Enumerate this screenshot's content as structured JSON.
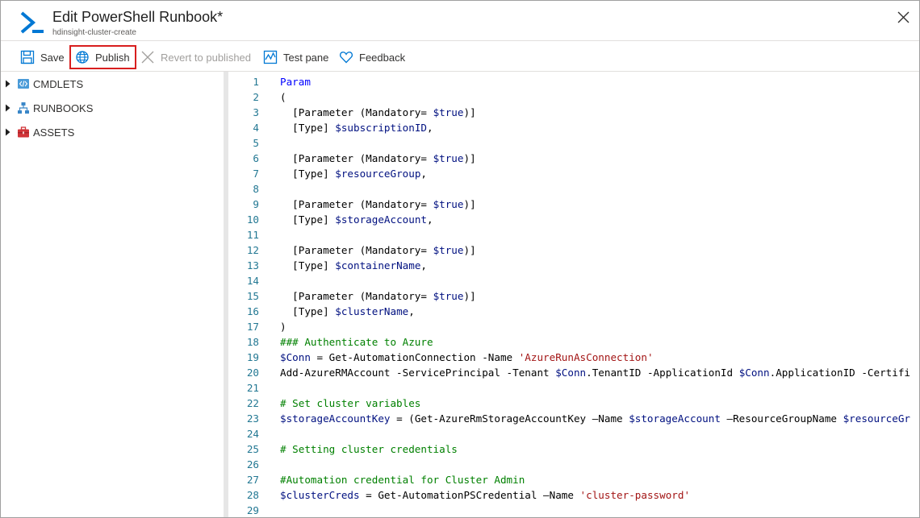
{
  "header": {
    "title": "Edit PowerShell Runbook*",
    "subtitle": "hdinsight-cluster-create"
  },
  "toolbar": {
    "save": "Save",
    "publish": "Publish",
    "revert": "Revert to published",
    "test_pane": "Test pane",
    "feedback": "Feedback"
  },
  "sidebar": {
    "items": [
      {
        "label": "CMDLETS",
        "icon": "code-icon"
      },
      {
        "label": "RUNBOOKS",
        "icon": "hierarchy-icon"
      },
      {
        "label": "ASSETS",
        "icon": "toolbox-icon"
      }
    ]
  },
  "colors": {
    "accent": "#0078d4",
    "highlight_border": "#d81e1e",
    "line_number": "#237893",
    "keyword": "#0000ff",
    "variable": "#001080",
    "comment": "#008000",
    "string": "#a31515"
  },
  "editor": {
    "lines": [
      {
        "n": "1",
        "t": [
          [
            "kw",
            "Param"
          ]
        ]
      },
      {
        "n": "2",
        "t": [
          [
            "p",
            "("
          ]
        ]
      },
      {
        "n": "3",
        "t": [
          [
            "p",
            "  [Parameter (Mandatory= "
          ],
          [
            "var",
            "$true"
          ],
          [
            "p",
            ")]"
          ]
        ]
      },
      {
        "n": "4",
        "t": [
          [
            "p",
            "  [Type] "
          ],
          [
            "var",
            "$subscriptionID"
          ],
          [
            "p",
            ","
          ]
        ]
      },
      {
        "n": "5",
        "t": []
      },
      {
        "n": "6",
        "t": [
          [
            "p",
            "  [Parameter (Mandatory= "
          ],
          [
            "var",
            "$true"
          ],
          [
            "p",
            ")]"
          ]
        ]
      },
      {
        "n": "7",
        "t": [
          [
            "p",
            "  [Type] "
          ],
          [
            "var",
            "$resourceGroup"
          ],
          [
            "p",
            ","
          ]
        ]
      },
      {
        "n": "8",
        "t": []
      },
      {
        "n": "9",
        "t": [
          [
            "p",
            "  [Parameter (Mandatory= "
          ],
          [
            "var",
            "$true"
          ],
          [
            "p",
            ")]"
          ]
        ]
      },
      {
        "n": "10",
        "t": [
          [
            "p",
            "  [Type] "
          ],
          [
            "var",
            "$storageAccount"
          ],
          [
            "p",
            ","
          ]
        ]
      },
      {
        "n": "11",
        "t": []
      },
      {
        "n": "12",
        "t": [
          [
            "p",
            "  [Parameter (Mandatory= "
          ],
          [
            "var",
            "$true"
          ],
          [
            "p",
            ")]"
          ]
        ]
      },
      {
        "n": "13",
        "t": [
          [
            "p",
            "  [Type] "
          ],
          [
            "var",
            "$containerName"
          ],
          [
            "p",
            ","
          ]
        ]
      },
      {
        "n": "14",
        "t": []
      },
      {
        "n": "15",
        "t": [
          [
            "p",
            "  [Parameter (Mandatory= "
          ],
          [
            "var",
            "$true"
          ],
          [
            "p",
            ")]"
          ]
        ]
      },
      {
        "n": "16",
        "t": [
          [
            "p",
            "  [Type] "
          ],
          [
            "var",
            "$clusterName"
          ],
          [
            "p",
            ","
          ]
        ]
      },
      {
        "n": "17",
        "t": [
          [
            "p",
            ")"
          ]
        ]
      },
      {
        "n": "18",
        "t": [
          [
            "cm",
            "### Authenticate to Azure"
          ]
        ]
      },
      {
        "n": "19",
        "t": [
          [
            "var",
            "$Conn"
          ],
          [
            "p",
            " = Get-AutomationConnection -Name "
          ],
          [
            "str",
            "'AzureRunAsConnection'"
          ]
        ]
      },
      {
        "n": "20",
        "t": [
          [
            "p",
            "Add-AzureRMAccount -ServicePrincipal -Tenant "
          ],
          [
            "var",
            "$Conn"
          ],
          [
            "p",
            ".TenantID -ApplicationId "
          ],
          [
            "var",
            "$Conn"
          ],
          [
            "p",
            ".ApplicationID -Certifi"
          ]
        ]
      },
      {
        "n": "21",
        "t": []
      },
      {
        "n": "22",
        "t": [
          [
            "cm",
            "# Set cluster variables"
          ]
        ]
      },
      {
        "n": "23",
        "t": [
          [
            "var",
            "$storageAccountKey"
          ],
          [
            "p",
            " = (Get-AzureRmStorageAccountKey –Name "
          ],
          [
            "var",
            "$storageAccount"
          ],
          [
            "p",
            " –ResourceGroupName "
          ],
          [
            "var",
            "$resourceGr"
          ]
        ]
      },
      {
        "n": "24",
        "t": []
      },
      {
        "n": "25",
        "t": [
          [
            "cm",
            "# Setting cluster credentials"
          ]
        ]
      },
      {
        "n": "26",
        "t": []
      },
      {
        "n": "27",
        "t": [
          [
            "cm",
            "#Automation credential for Cluster Admin"
          ]
        ]
      },
      {
        "n": "28",
        "t": [
          [
            "var",
            "$clusterCreds"
          ],
          [
            "p",
            " = Get-AutomationPSCredential –Name "
          ],
          [
            "str",
            "'cluster-password'"
          ]
        ]
      },
      {
        "n": "29",
        "t": []
      }
    ]
  }
}
